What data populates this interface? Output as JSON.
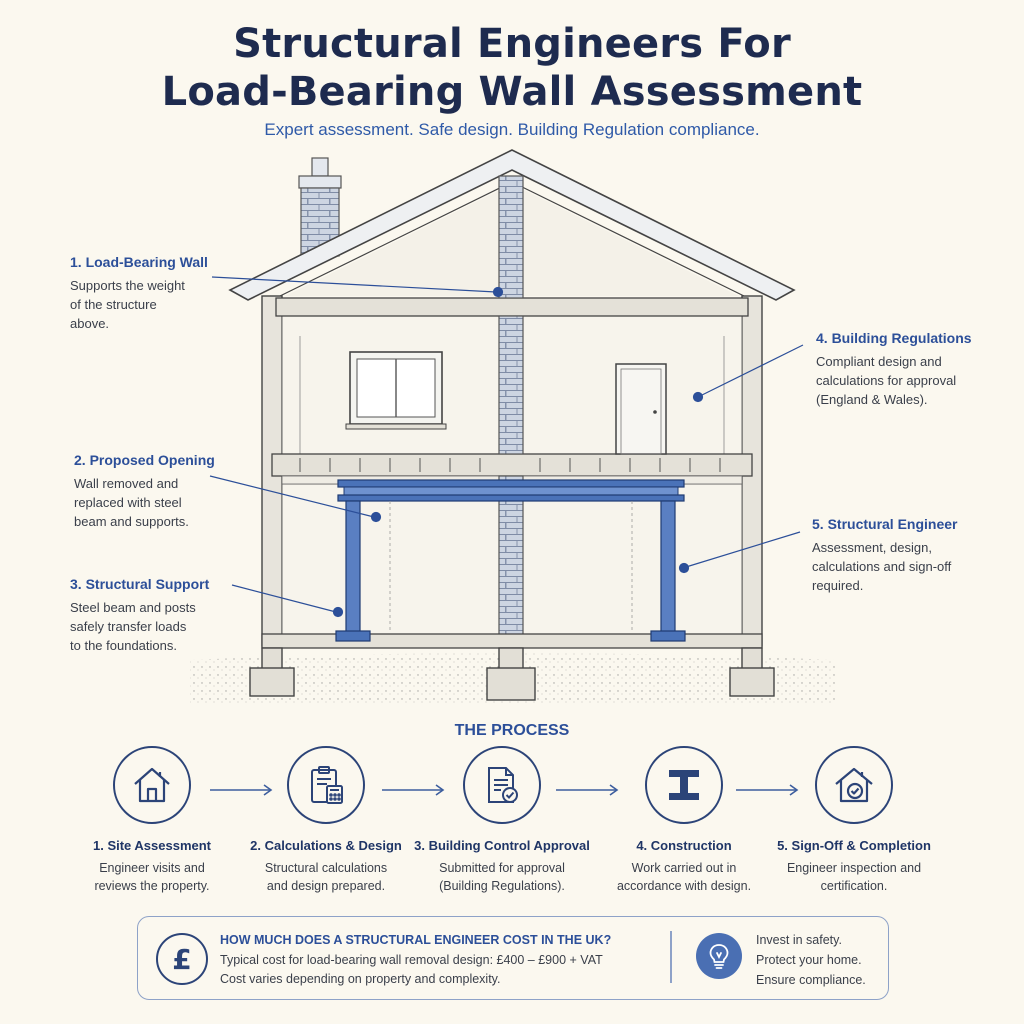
{
  "header": {
    "title_line1": "Structural Engineers For",
    "title_line2": "Load-Bearing Wall Assessment",
    "subtitle": "Expert assessment. Safe design. Building Regulation compliance."
  },
  "callouts": {
    "c1": {
      "title": "1. Load-Bearing Wall",
      "desc": "Supports the weight\nof the structure\nabove."
    },
    "c2": {
      "title": "2. Proposed Opening",
      "desc": "Wall removed and\nreplaced with steel\nbeam and supports."
    },
    "c3": {
      "title": "3. Structural Support",
      "desc": "Steel beam and posts\nsafely transfer loads\nto the foundations."
    },
    "c4": {
      "title": "4. Building Regulations",
      "desc": "Compliant design and\ncalculations for approval\n(England & Wales)."
    },
    "c5": {
      "title": "5. Structural Engineer",
      "desc": "Assessment, design,\ncalculations and sign-off\nrequired."
    }
  },
  "process": {
    "title": "THE PROCESS",
    "steps": [
      {
        "label": "1. Site Assessment",
        "desc": "Engineer visits and\nreviews the property.",
        "icon": "house-icon"
      },
      {
        "label": "2. Calculations & Design",
        "desc": "Structural calculations\nand design prepared.",
        "icon": "calculator-clipboard-icon"
      },
      {
        "label": "3. Building Control Approval",
        "desc": "Submitted for approval\n(Building Regulations).",
        "icon": "approved-document-icon"
      },
      {
        "label": "4. Construction",
        "desc": "Work carried out in\naccordance with design.",
        "icon": "steel-beam-icon"
      },
      {
        "label": "5. Sign-Off & Completion",
        "desc": "Engineer inspection and\ncertification.",
        "icon": "house-check-icon"
      }
    ]
  },
  "cost": {
    "question": "HOW MUCH DOES A STRUCTURAL ENGINEER COST IN THE UK?",
    "line1": "Typical cost for load-bearing wall removal design: £400 – £900 + VAT",
    "line2": "Cost varies depending on property and complexity.",
    "currency_symbol": "£",
    "tagline": [
      "Invest in safety.",
      "Protect your home.",
      "Ensure compliance."
    ]
  },
  "colors": {
    "accent": "#2c4f99",
    "steel": "#4a72b8",
    "navy": "#1e2b4f",
    "background": "#fbf8ef"
  }
}
